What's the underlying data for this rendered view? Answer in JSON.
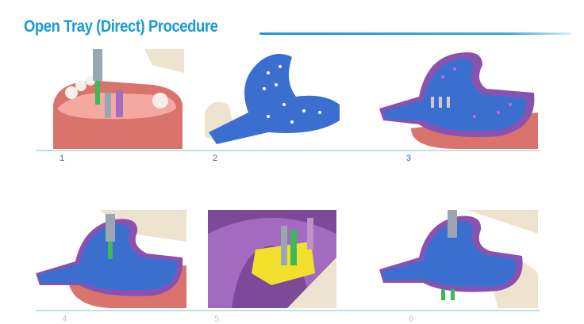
{
  "title": "Open Tray (Direct) Procedure",
  "steps": [
    {
      "label": "1"
    },
    {
      "label": "2"
    },
    {
      "label": "3"
    },
    {
      "label": "4"
    },
    {
      "label": "5"
    },
    {
      "label": "6"
    }
  ],
  "colors": {
    "accent": "#1a9ad6",
    "tray": "#3a6fd0",
    "gum": "#d9736c",
    "material": "#8a52b0"
  }
}
